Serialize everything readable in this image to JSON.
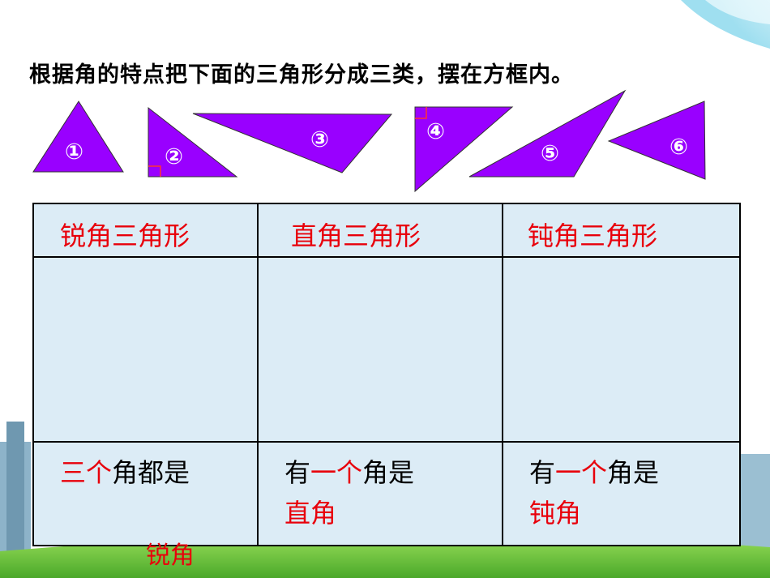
{
  "title": "根据角的特点把下面的三角形分成三类，摆在方框内。",
  "shapes": [
    {
      "label": "①"
    },
    {
      "label": "②"
    },
    {
      "label": "③"
    },
    {
      "label": "④"
    },
    {
      "label": "⑤"
    },
    {
      "label": "⑥"
    }
  ],
  "table": {
    "headers": [
      "锐角三角形",
      "直角三角形",
      "钝角三角形"
    ],
    "footer": [
      {
        "line1_red": "三个",
        "line1_black": "角都是",
        "line2_red": ""
      },
      {
        "line1_black_a": "有",
        "line1_red": "一个",
        "line1_black": "角是",
        "line2_red": "直角"
      },
      {
        "line1_black_a": "有",
        "line1_red": "一个",
        "line1_black": "角是",
        "line2_red": "钝角"
      }
    ]
  },
  "below_text": "锐角",
  "colors": {
    "triangle": "#9900ff",
    "accent_red": "#e8000b",
    "table_bg": "#dcecf6"
  }
}
